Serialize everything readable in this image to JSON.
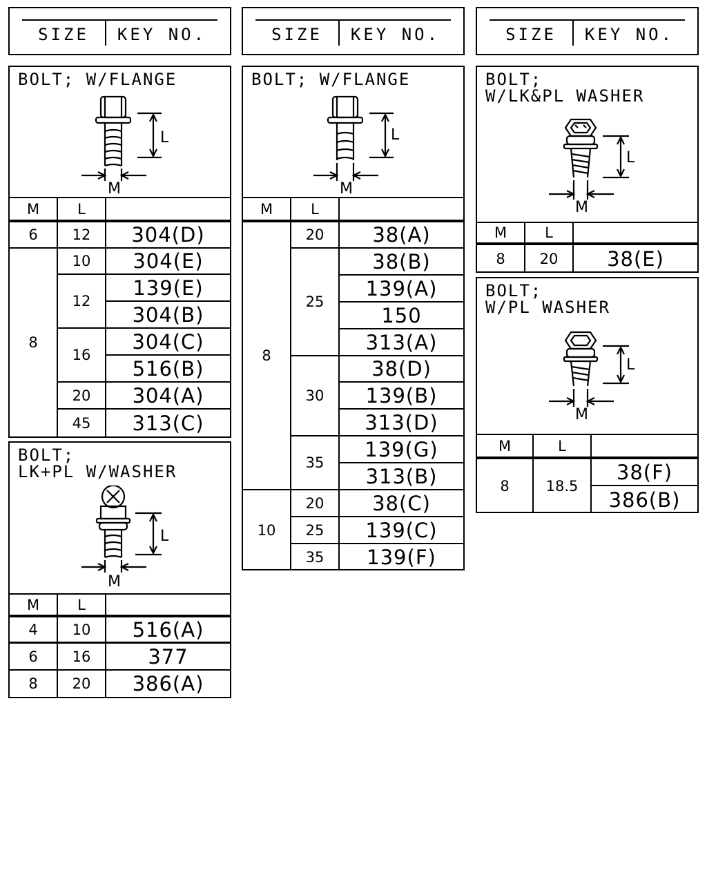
{
  "headers": [
    {
      "size": "SIZE",
      "key": "KEY NO."
    },
    {
      "size": "SIZE",
      "key": "KEY NO."
    },
    {
      "size": "SIZE",
      "key": "KEY NO."
    }
  ],
  "panels": {
    "flange1": {
      "title": "BOLT; W/FLANGE",
      "fig_labels": {
        "L": "L",
        "M": "M"
      },
      "col_m": "M",
      "col_l": "L",
      "rows": [
        {
          "m": "6",
          "l": "12",
          "key": "304(D)"
        },
        {
          "m": "8",
          "l": "10",
          "key": "304(E)"
        },
        {
          "m": "",
          "l": "12",
          "key": "139(E)"
        },
        {
          "m": "",
          "l": "",
          "key": "304(B)"
        },
        {
          "m": "",
          "l": "16",
          "key": "304(C)"
        },
        {
          "m": "",
          "l": "",
          "key": "516(B)"
        },
        {
          "m": "",
          "l": "20",
          "key": "304(A)"
        },
        {
          "m": "",
          "l": "45",
          "key": "313(C)"
        }
      ]
    },
    "lkpl": {
      "title": "BOLT;\nLK+PL W/WASHER",
      "fig_labels": {
        "L": "L",
        "M": "M"
      },
      "col_m": "M",
      "col_l": "L",
      "rows": [
        {
          "m": "4",
          "l": "10",
          "key": "516(A)"
        },
        {
          "m": "6",
          "l": "16",
          "key": "377"
        },
        {
          "m": "8",
          "l": "20",
          "key": "386(A)"
        }
      ]
    },
    "flange2": {
      "title": "BOLT; W/FLANGE",
      "fig_labels": {
        "L": "L",
        "M": "M"
      },
      "col_m": "M",
      "col_l": "L",
      "m_values": [
        "8",
        "10"
      ],
      "l_values": [
        "20",
        "25",
        "30",
        "35",
        "20",
        "25",
        "35"
      ],
      "keys": [
        "38(A)",
        "38(B)",
        "139(A)",
        "150",
        "313(A)",
        "38(D)",
        "139(B)",
        "313(D)",
        "139(G)",
        "313(B)",
        "38(C)",
        "139(C)",
        "139(F)"
      ]
    },
    "lkwasher": {
      "title": "BOLT;\nW/LK&PL WASHER",
      "fig_labels": {
        "L": "L",
        "M": "M"
      },
      "col_m": "M",
      "col_l": "L",
      "rows": [
        {
          "m": "8",
          "l": "20",
          "key": "38(E)"
        }
      ]
    },
    "plwasher": {
      "title": "BOLT;\nW/PL WASHER",
      "fig_labels": {
        "L": "L",
        "M": "M"
      },
      "col_m": "M",
      "col_l": "L",
      "m": "8",
      "l": "18.5",
      "keys": [
        "38(F)",
        "386(B)"
      ]
    }
  }
}
